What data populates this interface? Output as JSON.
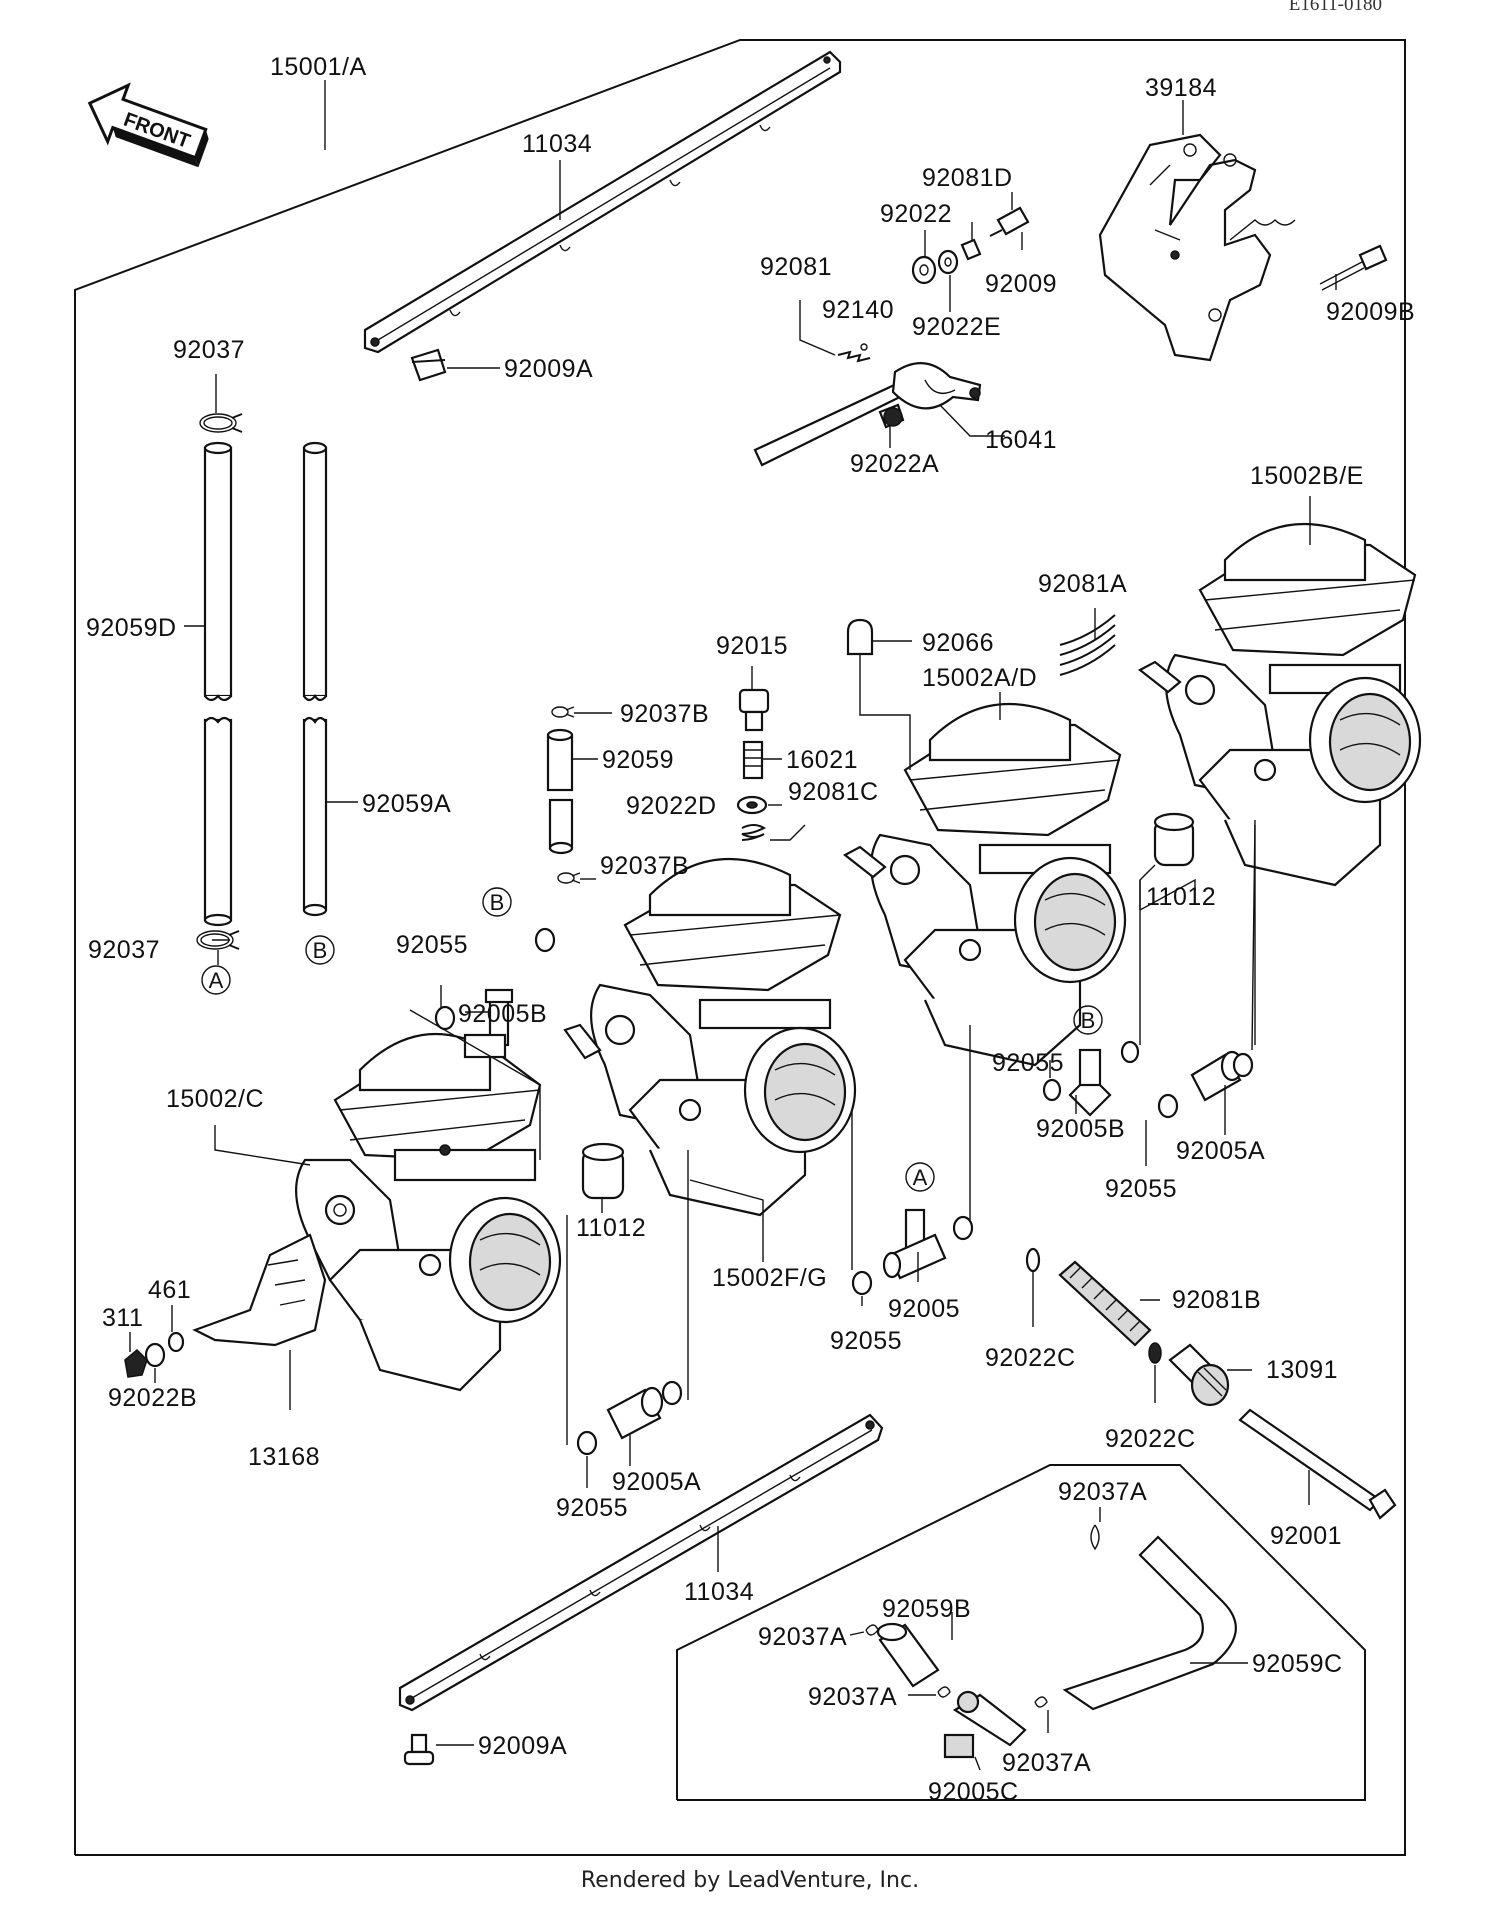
{
  "drawing_code": "E1611-0180",
  "front_label": "FRONT",
  "footer": "Rendered by LeadVenture, Inc.",
  "callouts": {
    "c15001A": "15001/A",
    "c11034_top": "11034",
    "c39184": "39184",
    "c92081D": "92081D",
    "c92022": "92022",
    "c92081": "92081",
    "c92009": "92009",
    "c92140": "92140",
    "c92022E": "92022E",
    "c92009B": "92009B",
    "c92037_top": "92037",
    "c92009A_top": "92009A",
    "c16041": "16041",
    "c92022A": "92022A",
    "c15002BE": "15002B/E",
    "c92059D": "92059D",
    "c92081A": "92081A",
    "c92015": "92015",
    "c92066": "92066",
    "c15002AD": "15002A/D",
    "c92037B_1": "92037B",
    "c92059": "92059",
    "c16021": "16021",
    "c92059A": "92059A",
    "c92022D": "92022D",
    "c92081C": "92081C",
    "c92037B_2": "92037B",
    "c11012_right": "11012",
    "c92055_left": "92055",
    "c92037_bottom": "92037",
    "c92005B_left": "92005B",
    "c15002C": "15002/C",
    "c92055_mid": "92055",
    "c92005B_right": "92005B",
    "c92005A_right": "92005A",
    "c92055_right": "92055",
    "c11012_mid": "11012",
    "c15002FG": "15002F/G",
    "c461": "461",
    "c311": "311",
    "c92022B": "92022B",
    "c13168": "13168",
    "c92005": "92005",
    "c92055_center": "92055",
    "c92081B": "92081B",
    "c92022C_1": "92022C",
    "c13091": "13091",
    "c92022C_2": "92022C",
    "c92001": "92001",
    "c92055_low": "92055",
    "c92005A_low": "92005A",
    "c11034_bottom": "11034",
    "c92037A_1": "92037A",
    "c92059B": "92059B",
    "c92037A_2": "92037A",
    "c92059C": "92059C",
    "c92037A_3": "92037A",
    "c92037A_4": "92037A",
    "c92005C": "92005C",
    "c92009A_bottom": "92009A"
  },
  "markers": {
    "A": "A",
    "B": "B"
  }
}
